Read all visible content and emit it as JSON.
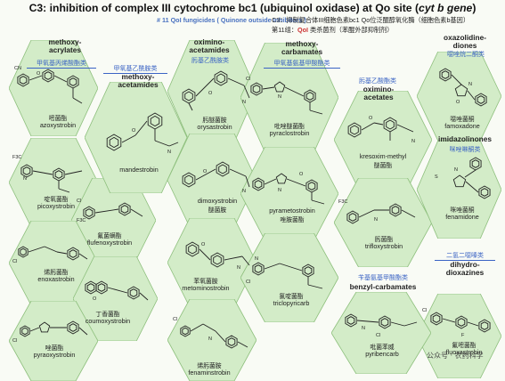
{
  "header": {
    "title_prefix": "C3: inhibition of complex III cytochrome bc1 (ubiquinol oxidase) at Qo site (",
    "title_italic": "cyt b gene",
    "title_suffix": ")",
    "sub_en": "# 11 QoI fungicides ( Quinone outside Inhibitors )",
    "sub_cn1": "C3：抑制复合体III细胞色素bc1 Qo位泛醌醇氧化酶（细胞色素b基因）",
    "sub_cn2_a": "第11组：",
    "sub_cn2_b": "QoI",
    "sub_cn2_c": " 类杀菌剂（苯醌外部抑制剂）"
  },
  "classes": {
    "methoxy_acrylates": {
      "en1": "methoxy-",
      "en2": "acrylates",
      "cn": "甲氧基丙烯酸酯类"
    },
    "methoxy_acetamides": {
      "en1": "methoxy-",
      "en2": "acetamides",
      "cn": "甲氧基乙酰胺类"
    },
    "oximino_acetamides": {
      "en1": "oximino-",
      "en2": "acetamides",
      "cn": "肟基乙酰胺类"
    },
    "methoxy_carbamates": {
      "en1": "methoxy-",
      "en2": "carbamates",
      "cn": "甲氧基氨基甲酸酯类"
    },
    "oximino_acetates": {
      "en1": "oximino-",
      "en2": "acetates",
      "cn": "肟基乙酸酯类"
    },
    "oxazolidine_diones": {
      "en1": "oxazolidine-",
      "en2": "diones",
      "cn": "噁唑烷二酮类"
    },
    "imidazolinones": {
      "en1": "imidazolinones",
      "cn": "咪唑啉酮类"
    },
    "dihydro_dioxazines": {
      "en1": "dihydro-",
      "en2": "dioxazines",
      "cn": "二氢二噁嗪类"
    },
    "benzyl_carbamates": {
      "en1": "benzyl-carbamates",
      "cn": "苄基氨基甲酸酯类"
    }
  },
  "compounds": {
    "azoxystrobin": {
      "cn": "嘧菌酯",
      "en": "azoxystrobin"
    },
    "picoxystrobin": {
      "cn": "啶氧菌酯",
      "en": "picoxystrobin"
    },
    "flufenoxystrobin": {
      "cn": "氟菌螨酯",
      "en": "flufenoxystrobin"
    },
    "enoxastrobin": {
      "cn": "烯肟菌酯",
      "en": "enoxastrobin"
    },
    "coumoxystrobin": {
      "cn": "丁香菌酯",
      "en": "coumoxystrobin"
    },
    "pyraoxystrobin": {
      "cn": "唑菌酯",
      "en": "pyraoxystrobin"
    },
    "mandestrobin": {
      "en": "mandestrobin"
    },
    "orysastrobin": {
      "cn": "肟醚菌胺",
      "en": "orysastrobin"
    },
    "dimoxystrobin": {
      "en1": "dimoxystrobin",
      "cn": "醚菌胺"
    },
    "metominostrobin": {
      "cn": "苯氧菌胺",
      "en": "metominostrobin"
    },
    "fenaminstrobin": {
      "cn": "烯肟菌胺",
      "en": "fenaminstrobin"
    },
    "pyraclostrobin": {
      "cn": "吡唑醚菌酯",
      "en": "pyraclostrobin"
    },
    "pyrametostrobin": {
      "en": "pyrametostrobin",
      "cn": "唑胺菌酯"
    },
    "triclopyricarb": {
      "cn": "氯啶菌酯",
      "en": "triclopyricarb"
    },
    "kresoxim_methyl": {
      "en": "kresoxim-methyl",
      "cn": "醚菌酯"
    },
    "trifloxystrobin": {
      "cn": "肟菌酯",
      "en": "trifloxystrobin"
    },
    "famoxadone": {
      "cn": "噁唑菌酮",
      "en": "famoxadone"
    },
    "fenamidone": {
      "cn": "咪唑菌酮",
      "en": "fenamidone"
    },
    "fluoxastrobin": {
      "cn": "氟嘧菌酯",
      "en": "fluoxastrobin"
    },
    "pyribencarb": {
      "cn": "吡菌苯威",
      "en": "pyribencarb"
    }
  },
  "mol_labels": {
    "cn": "CN",
    "f3c": "F3C",
    "cl": "Cl",
    "f": "F",
    "o": "O",
    "n": "N",
    "s": "S"
  },
  "watermark": "公众号 · 农药科学"
}
